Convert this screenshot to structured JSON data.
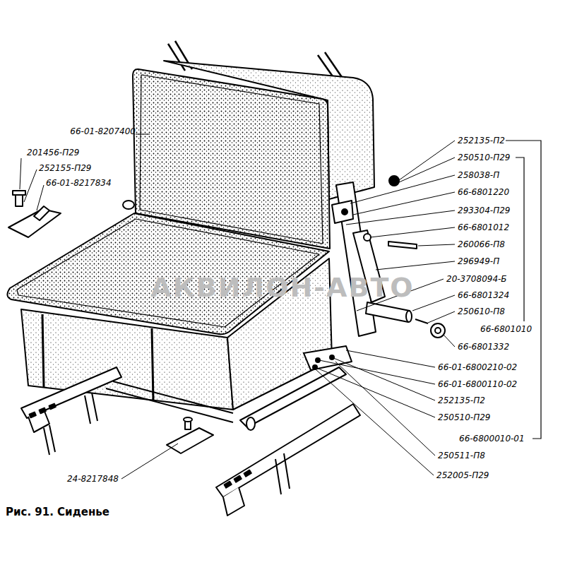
{
  "diagram": {
    "caption": "Рис. 91. Сиденье",
    "labels": [
      "66-01-8207400",
      "201456-П29",
      "252155-П29",
      "66-01-8217834",
      "24-8217848",
      "252135-П2",
      "250510-П29",
      "258038-П",
      "66-6801220",
      "293304-П29",
      "66-6801012",
      "260066-П8",
      "296949-П",
      "20-3708094-Б",
      "66-6801324",
      "250610-П8",
      "66-6801010",
      "66-6801332",
      "66-01-6800210-02",
      "66-01-6800110-02",
      "252135-П2",
      "250510-П29",
      "66-6800010-01",
      "250511-П8",
      "252005-П29",
      "АКВИЛОН-АВТО"
    ]
  }
}
